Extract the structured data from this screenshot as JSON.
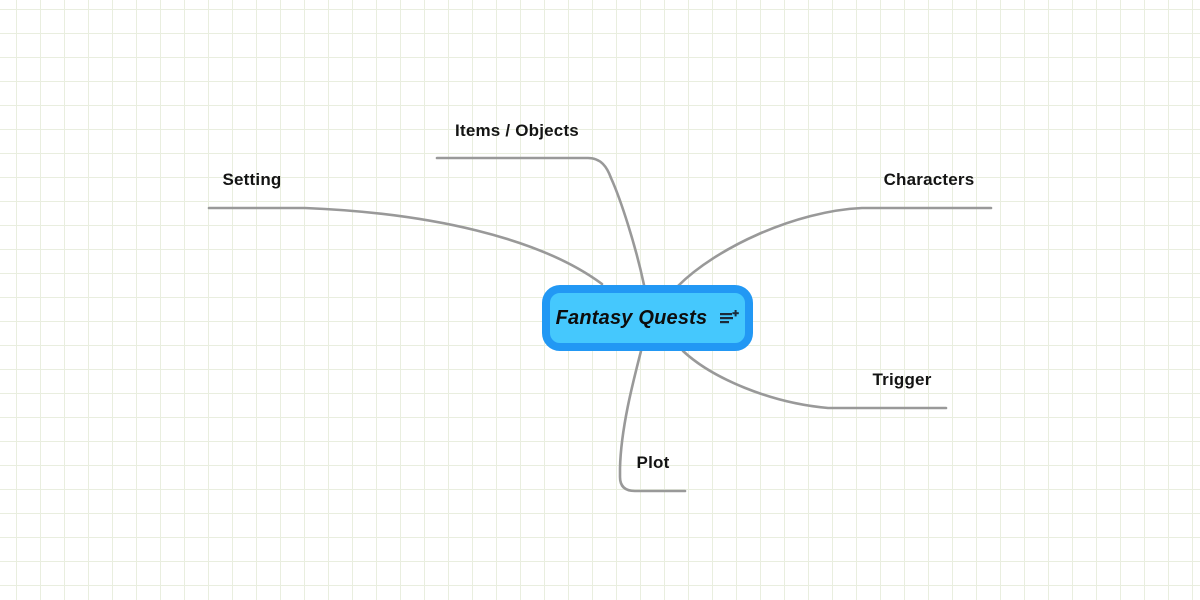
{
  "canvas": {
    "background": "#ffffff",
    "grid_color": "#e9eedf",
    "branch_color": "#999999"
  },
  "central_node": {
    "label": "Fantasy Quests",
    "fill": "#45c8fd",
    "border_color": "#2298f4",
    "text_color": "#0d0d0d",
    "icon": "add-notes-icon"
  },
  "branches": [
    {
      "label": "Setting"
    },
    {
      "label": "Items / Objects"
    },
    {
      "label": "Characters"
    },
    {
      "label": "Trigger"
    },
    {
      "label": "Plot"
    }
  ]
}
